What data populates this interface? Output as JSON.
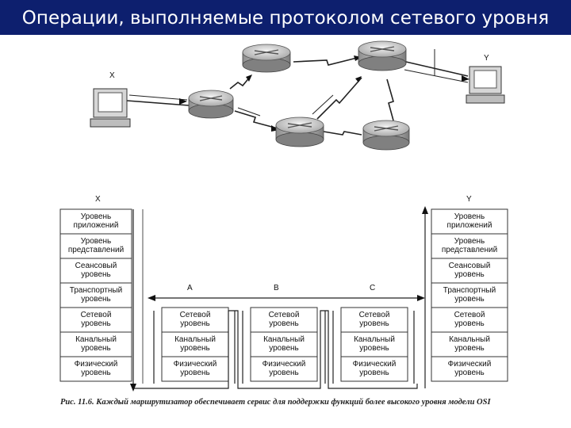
{
  "slide": {
    "title": "Операции, выполняемые протоколом сетевого уровня"
  },
  "network": {
    "host_x_label": "X",
    "host_y_label": "Y"
  },
  "stack": {
    "label_x": "X",
    "label_y": "Y",
    "segments": [
      "A",
      "B",
      "C"
    ],
    "host_layers": [
      [
        "Уровень",
        "приложений"
      ],
      [
        "Уровень",
        "представлений"
      ],
      [
        "Сеансовый",
        "уровень"
      ],
      [
        "Транспортный",
        "уровень"
      ],
      [
        "Сетевой",
        "уровень"
      ],
      [
        "Канальный",
        "уровень"
      ],
      [
        "Физический",
        "уровень"
      ]
    ],
    "router_layers": [
      [
        "Сетевой",
        "уровень"
      ],
      [
        "Канальный",
        "уровень"
      ],
      [
        "Физический",
        "уровень"
      ]
    ]
  },
  "caption": {
    "figure": "Рис. 11.6.",
    "text": "Каждый маршрутизатор обеспечивает сервис для поддержки функций более высокого уровня модели OSI"
  },
  "colors": {
    "title_bg": "#0d1f6e",
    "title_fg": "#ffffff"
  }
}
